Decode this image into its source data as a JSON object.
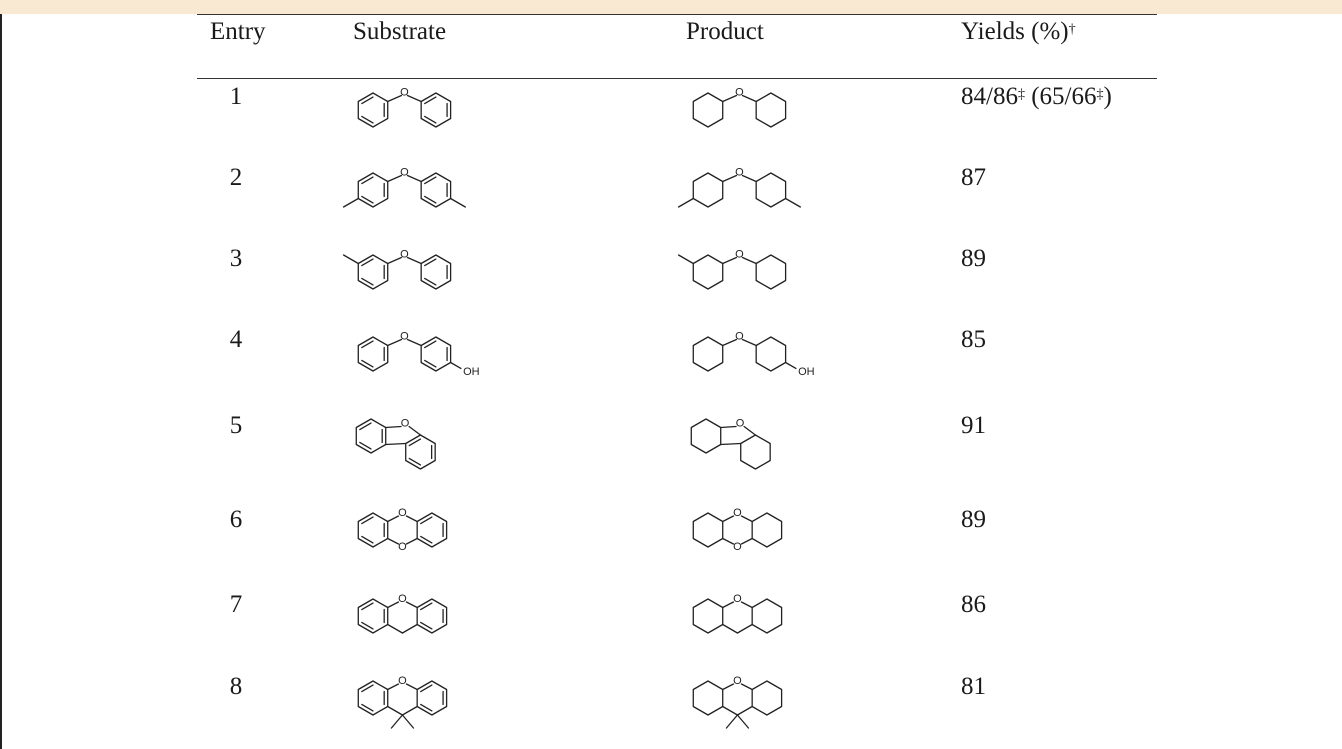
{
  "table": {
    "headers": {
      "entry": "Entry",
      "substrate": "Substrate",
      "product": "Product",
      "yields": "Yields (%)",
      "yields_mark": "†"
    },
    "rows": [
      {
        "entry": "1",
        "yield": "84/86",
        "yield_mark": "‡",
        "yield_extra": " (65/66",
        "yield_extra_mark": "‡",
        "yield_close": ")"
      },
      {
        "entry": "2",
        "yield": "87"
      },
      {
        "entry": "3",
        "yield": "89"
      },
      {
        "entry": "4",
        "yield": "85"
      },
      {
        "entry": "5",
        "yield": "91"
      },
      {
        "entry": "6",
        "yield": "89"
      },
      {
        "entry": "7",
        "yield": "86"
      },
      {
        "entry": "8",
        "yield": "81"
      }
    ],
    "atom_labels": {
      "oxygen": "O",
      "hydroxyl": "OH"
    }
  },
  "colors": {
    "page_strip": "#f9e8d2",
    "text": "#1a1a1a",
    "rule": "#333333"
  }
}
